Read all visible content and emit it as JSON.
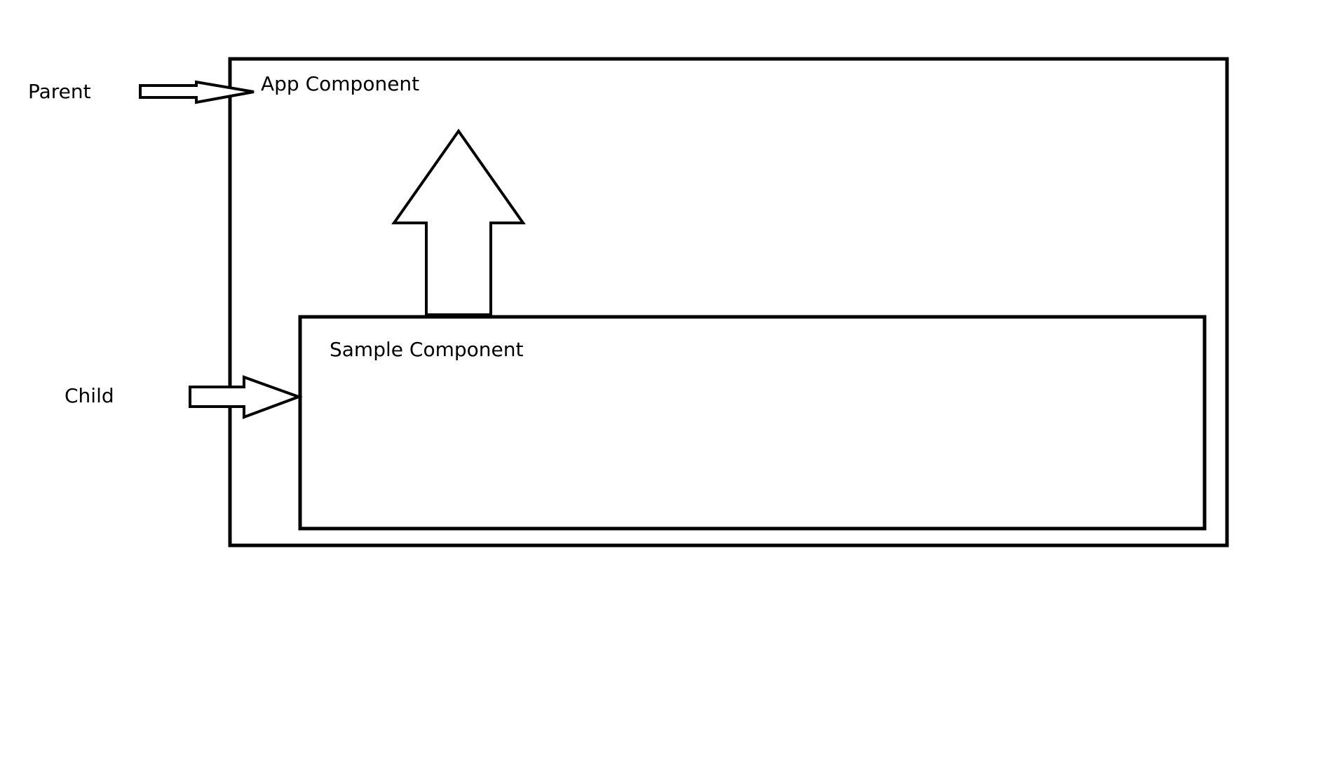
{
  "labels": {
    "parent": "Parent",
    "child": "Child",
    "app_component": "App Component",
    "sample_component": "Sample Component"
  },
  "colors": {
    "stroke": "#000000",
    "background": "#ffffff"
  }
}
